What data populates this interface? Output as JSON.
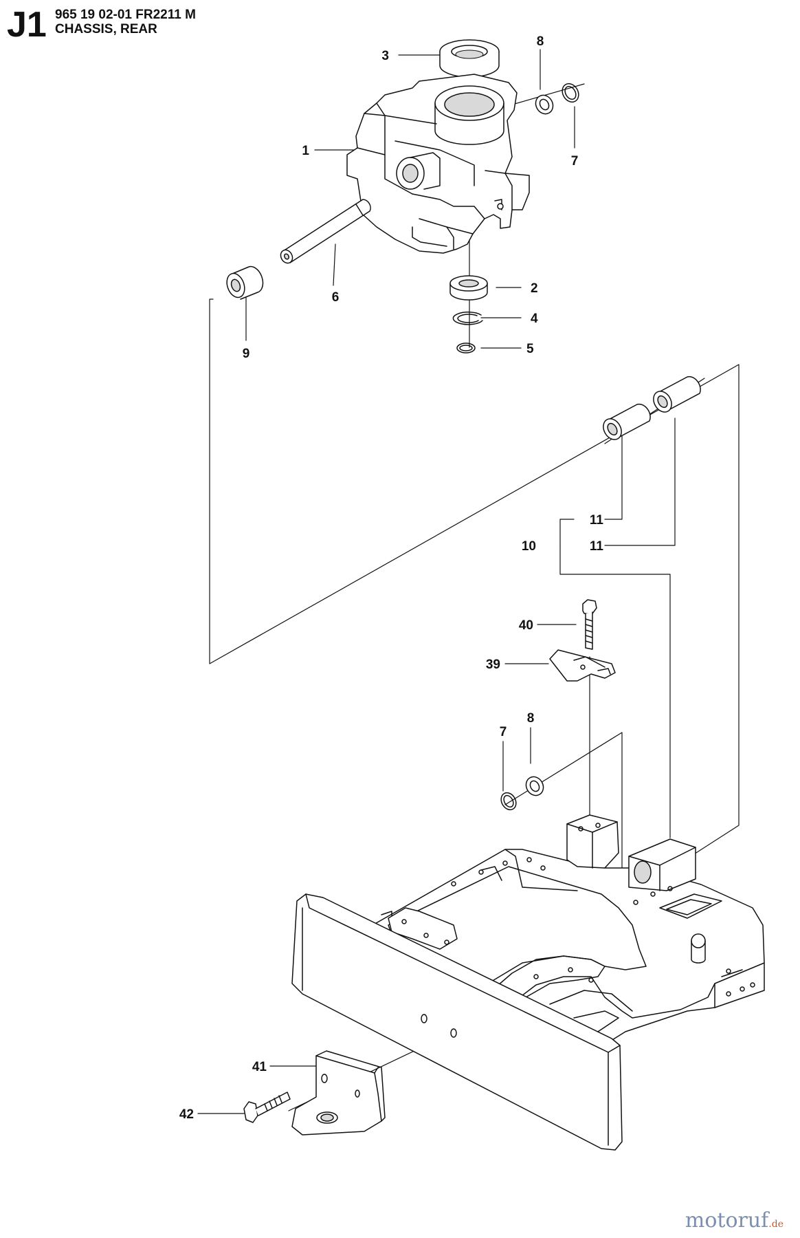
{
  "header": {
    "page_code": "J1",
    "part_line": "965 19 02-01 FR2211 M",
    "section_title": "CHASSIS, REAR"
  },
  "callouts": {
    "c1": "1",
    "c2": "2",
    "c3": "3",
    "c4": "4",
    "c5": "5",
    "c6": "6",
    "c7a": "7",
    "c7b": "7",
    "c8a": "8",
    "c8b": "8",
    "c9": "9",
    "c10": "10",
    "c11a": "11",
    "c11b": "11",
    "c39": "39",
    "c40": "40",
    "c41": "41",
    "c42": "42"
  },
  "watermark": {
    "name": "motoruf",
    "tld": ".de"
  },
  "colors": {
    "line": "#111111",
    "part_fill": "#ffffff",
    "shade": "#d9d9d9",
    "dark": "#555555"
  }
}
